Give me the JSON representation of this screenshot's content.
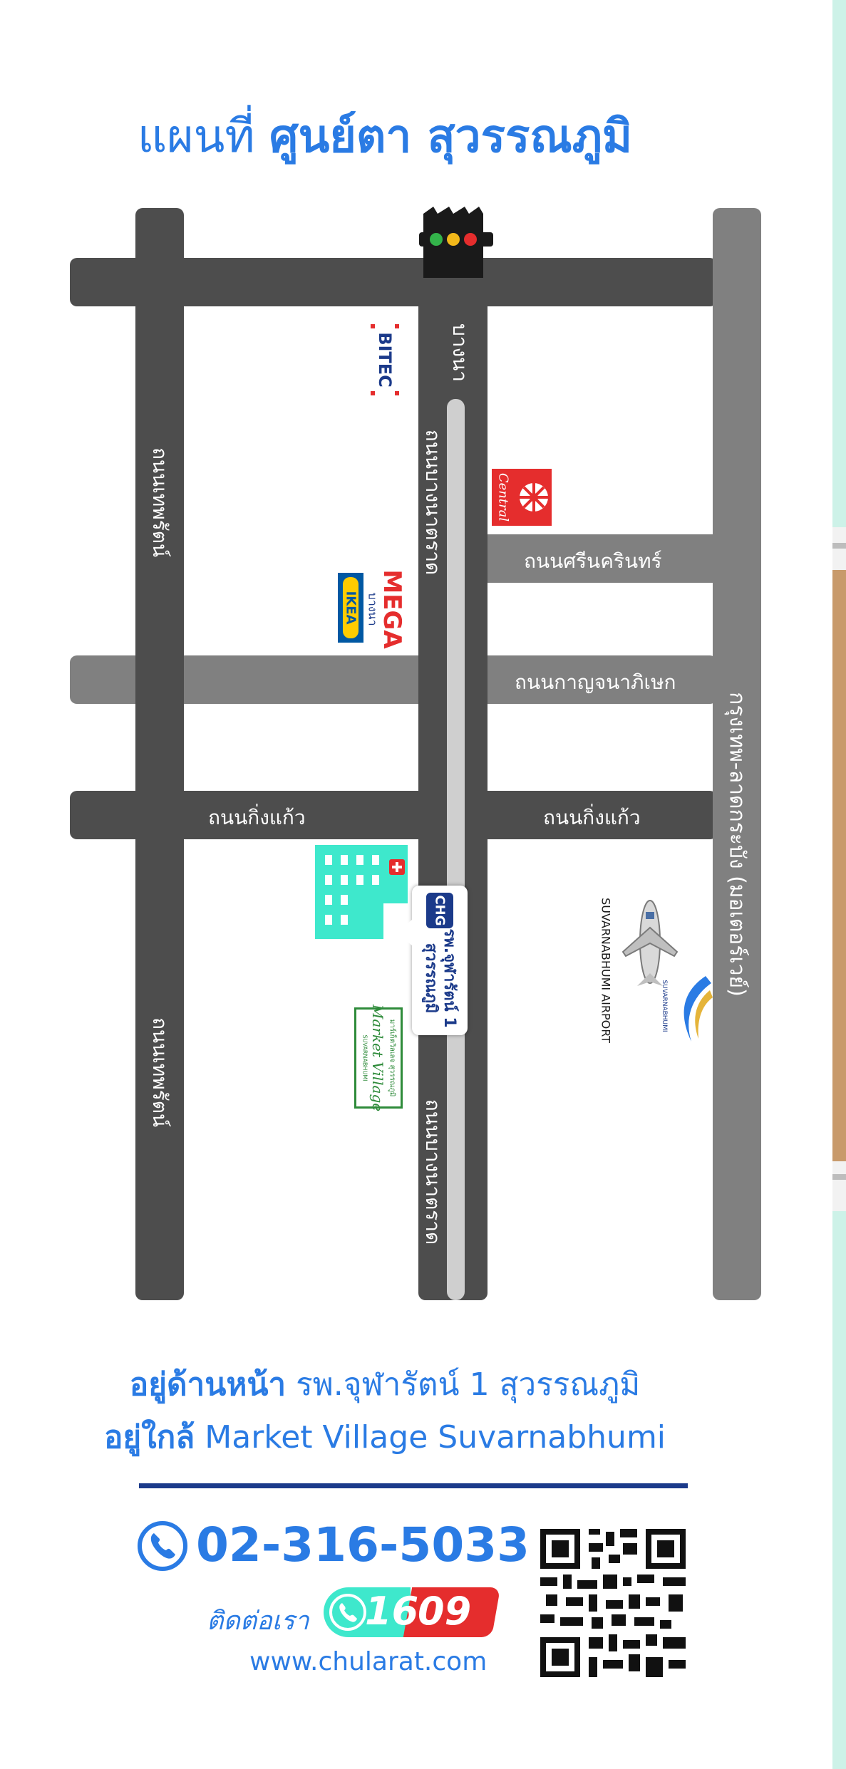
{
  "title": {
    "prefix": "แผนที่",
    "name": "ศูนย์ตา สุวรรณภูมิ"
  },
  "roads": {
    "thep_rat_top": "ถนนเทพรัตน์",
    "thep_rat_bottom": "ถนนเทพรัตน์",
    "bang_na_label": "บางนา",
    "bang_na_trat_top": "ถนนบางนาตราด",
    "bang_na_trat_bottom": "ถนนบางนาตราด",
    "srinakarin": "ถนนศรีนครินทร์",
    "kanchanaphisek": "ถนนกาญจนาภิเษก",
    "king_kaew_left": "ถนนกิ่งแก้ว",
    "king_kaew_right": "ถนนกิ่งแก้ว",
    "motorway": "กรุงเทพ-ลาดกระบัง (มอเตอร์เวย์)"
  },
  "landmarks": {
    "bitec": "BITEC",
    "central": "Central",
    "ikea": "IKEA",
    "mega": "MEGA",
    "mega_sub": "บางนา",
    "hospital_badge": "CHG",
    "hospital_line1": "รพ.จุฬารัตน์ 1",
    "hospital_line2": "สุวรรณภูมิ",
    "market_village_top": "มาร์เก็ตวิลเลจ สุวรรณภูมิ",
    "market_village": "Market Village",
    "market_village_sub": "SUVARNABHUMI",
    "airport": "SUVARNABHUMI AIRPORT",
    "airport_logo": "SUVARNABHUMI"
  },
  "notes": {
    "line1_bold": "อยู่ด้านหน้า",
    "line1_rest": "รพ.จุฬารัตน์ 1 สุวรรณภูมิ",
    "line2_bold": "อยู่ใกล้",
    "line2_rest": "Market Village Suvarnabhumi"
  },
  "contact": {
    "phone": "02-316-5033",
    "contact_label": "ติดต่อเรา",
    "hotline_a": "16",
    "hotline_b": "09",
    "website": "www.chularat.com"
  },
  "colors": {
    "brand_blue": "#2a7be4",
    "navy": "#1b3a8a",
    "road_dark": "#4d4d4d",
    "road_gray": "#808080",
    "teal_building": "#3ee8cc",
    "hotline_red": "#e52d2d"
  }
}
